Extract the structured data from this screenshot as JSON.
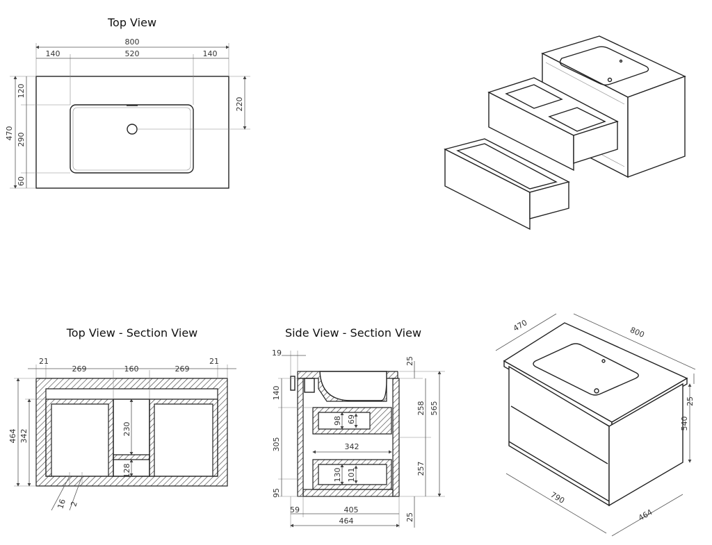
{
  "titles": {
    "top_view": "Top View",
    "top_section": "Top View - Section View",
    "side_section": "Side View - Section View"
  },
  "top_view": {
    "overall_width": "800",
    "left_margin": "140",
    "basin_width": "520",
    "right_margin": "140",
    "depth_total": "470",
    "back_margin": "120",
    "basin_depth": "290",
    "front_margin": "60",
    "drain_offset": "220"
  },
  "top_section": {
    "left_side": "21",
    "left_bay": "269",
    "middle_gap": "160",
    "right_bay": "269",
    "right_side": "21",
    "outer_depth": "464",
    "inner_depth": "342",
    "upper_slot": "230",
    "lower_slot": "128",
    "panel_a": "16",
    "panel_b": "2"
  },
  "side_section": {
    "top_offset": "19",
    "top_thick": "25",
    "upper_h": "140",
    "drawer1_h": "98",
    "drawer1_inner": "69",
    "drawer_width": "342",
    "mid_h": "305",
    "drawer2_h": "130",
    "drawer2_inner": "101",
    "kick_h": "95",
    "back_gap": "59",
    "inner_depth": "405",
    "outer_depth": "464",
    "bottom_thick": "25",
    "upper_total": "258",
    "lower_total": "257",
    "overall_h": "565"
  },
  "iso_view": {
    "depth": "470",
    "width": "800",
    "top_thick": "25",
    "height": "540",
    "front_width": "790",
    "side_depth": "464"
  }
}
